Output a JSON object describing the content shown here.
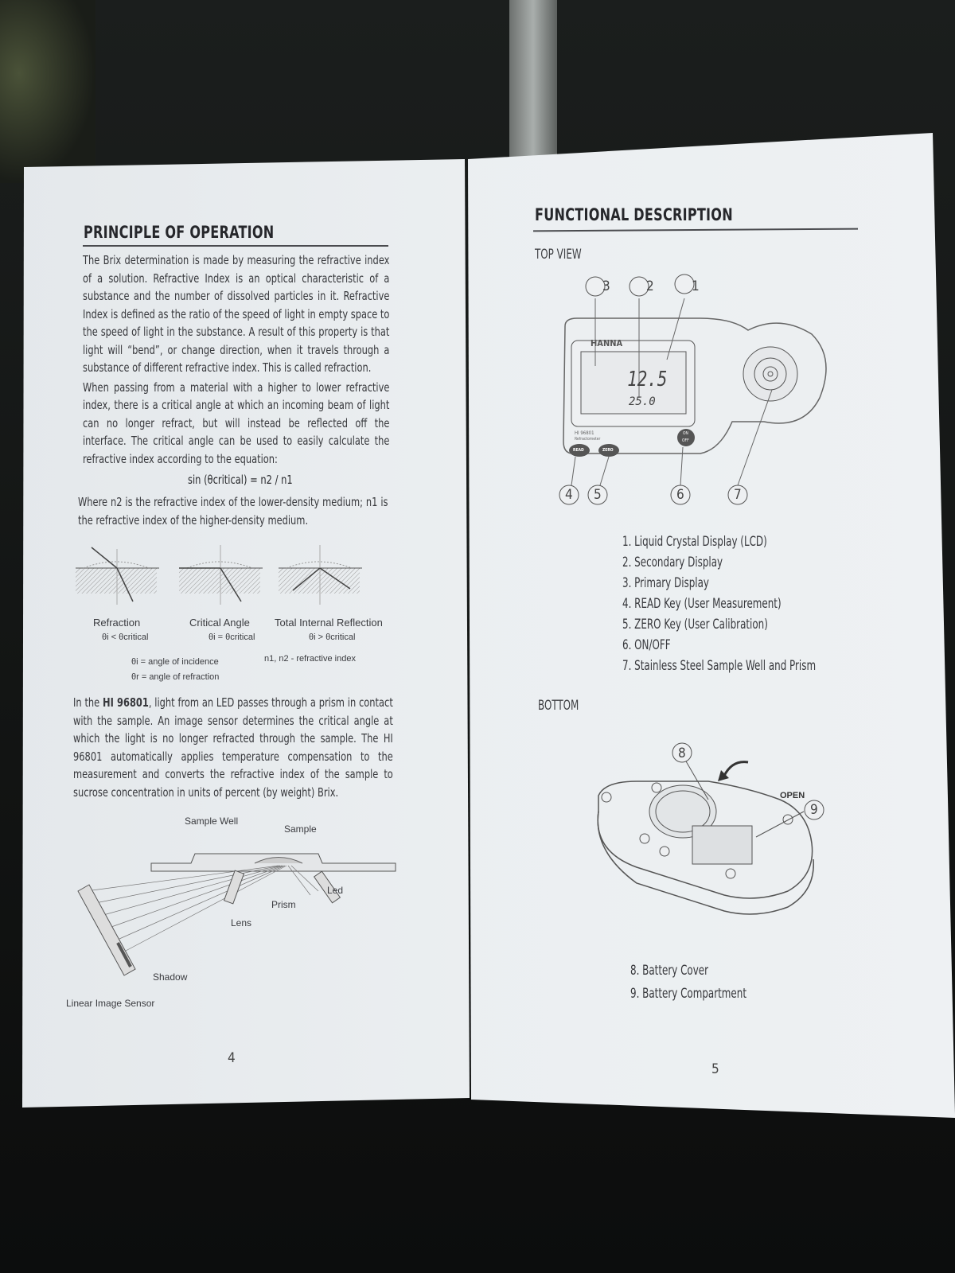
{
  "left_page": {
    "title": "PRINCIPLE OF OPERATION",
    "paragraph1": "The Brix determination is made by measuring the refractive index of a solution. Refractive Index is an optical characteristic of a substance and the number of dissolved particles in it. Refractive Index is defined as the ratio of the speed of light in empty space to the speed of light in the substance. A result of this property is that light will “bend”, or change direction, when it travels through a substance of different refractive index. This is called refraction.",
    "paragraph2": "When passing from a material with a higher to lower refractive index, there is a critical angle at which an incoming beam of light can no longer refract, but will instead be reflected off the interface. The critical angle can be used to easily calculate the refractive index according to the equation:",
    "equation": "sin (θcritical) = n2 / n1",
    "paragraph3": "Where n2 is the refractive index of the lower-density medium; n1 is the refractive index of the higher-density medium.",
    "diagrams": [
      {
        "label": "Refraction",
        "condition": "θi < θcritical"
      },
      {
        "label": "Critical Angle",
        "condition": "θi = θcritical"
      },
      {
        "label": "Total Internal Reflection",
        "condition": "θi > θcritical"
      }
    ],
    "legend": {
      "incidence": "θi = angle of incidence",
      "refraction": "θr = angle of refraction",
      "index": "n1, n2 - refractive index"
    },
    "paragraph4_prefix": "In the ",
    "paragraph4_model": "HI 96801",
    "paragraph4": ", light from an LED passes through a prism in contact with the sample. An image sensor determines the critical angle at which the light is no longer refracted through the sample. The HI 96801 automatically applies temperature compensation to the measurement and converts the refractive index of the sample to sucrose concentration in units of percent (by weight) Brix.",
    "optics_labels": {
      "sample_well": "Sample Well",
      "sample": "Sample",
      "led": "Led",
      "prism": "Prism",
      "lens": "Lens",
      "shadow": "Shadow",
      "sensor": "Linear Image Sensor"
    },
    "page_number": "4"
  },
  "right_page": {
    "title": "FUNCTIONAL DESCRIPTION",
    "top_view_label": "TOP VIEW",
    "device": {
      "brand": "HANNA",
      "primary_reading": "12.5",
      "secondary_reading": "25.0",
      "model": "HI 96801",
      "subtitle": "Refractometer",
      "read_key": "READ",
      "zero_key": "ZERO",
      "on_key": "ON",
      "off_key": "OFF"
    },
    "callouts_top": [
      "1",
      "2",
      "3",
      "4",
      "5",
      "6",
      "7"
    ],
    "items_top": [
      "1. Liquid Crystal Display (LCD)",
      "2. Secondary Display",
      "3. Primary Display",
      "4. READ Key (User Measurement)",
      "5. ZERO Key (User Calibration)",
      "6. ON/OFF",
      "7. Stainless Steel Sample Well and Prism"
    ],
    "bottom_label": "BOTTOM",
    "open_label": "OPEN",
    "callouts_bottom": [
      "8",
      "9"
    ],
    "items_bottom": [
      "8. Battery Cover",
      "9. Battery Compartment"
    ],
    "page_number": "5"
  }
}
